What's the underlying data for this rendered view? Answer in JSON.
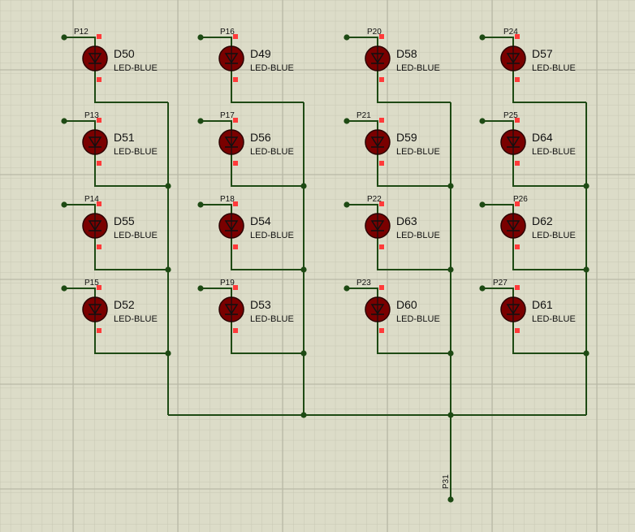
{
  "schematic": {
    "background_color": "#dcdcc8",
    "grid_minor_color": "#c8c8b4",
    "grid_major_color": "#b8b8a6",
    "wire_color": "#1e4a14",
    "led_body_color": "#7a0000",
    "pad_color": "#ff3a3a",
    "columns": [
      {
        "leds": [
          {
            "pin": "P12",
            "name": "D50",
            "type": "LED-BLUE"
          },
          {
            "pin": "P13",
            "name": "D51",
            "type": "LED-BLUE"
          },
          {
            "pin": "P14",
            "name": "D55",
            "type": "LED-BLUE"
          },
          {
            "pin": "P15",
            "name": "D52",
            "type": "LED-BLUE"
          }
        ]
      },
      {
        "leds": [
          {
            "pin": "P16",
            "name": "D49",
            "type": "LED-BLUE"
          },
          {
            "pin": "P17",
            "name": "D56",
            "type": "LED-BLUE"
          },
          {
            "pin": "P18",
            "name": "D54",
            "type": "LED-BLUE"
          },
          {
            "pin": "P19",
            "name": "D53",
            "type": "LED-BLUE"
          }
        ]
      },
      {
        "leds": [
          {
            "pin": "P20",
            "name": "D58",
            "type": "LED-BLUE"
          },
          {
            "pin": "P21",
            "name": "D59",
            "type": "LED-BLUE"
          },
          {
            "pin": "P22",
            "name": "D63",
            "type": "LED-BLUE"
          },
          {
            "pin": "P23",
            "name": "D60",
            "type": "LED-BLUE"
          }
        ]
      },
      {
        "leds": [
          {
            "pin": "P24",
            "name": "D57",
            "type": "LED-BLUE"
          },
          {
            "pin": "P25",
            "name": "D64",
            "type": "LED-BLUE"
          },
          {
            "pin": "P26",
            "name": "D62",
            "type": "LED-BLUE"
          },
          {
            "pin": "P27",
            "name": "D61",
            "type": "LED-BLUE"
          }
        ]
      }
    ],
    "common_pin": "P31"
  }
}
